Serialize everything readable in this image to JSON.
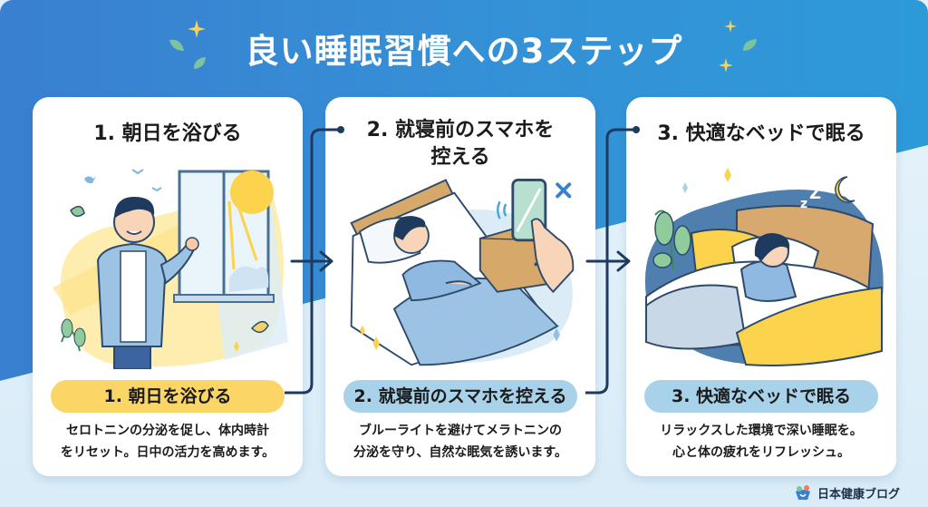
{
  "header": {
    "title": "良い睡眠習慣への3ステップ"
  },
  "steps": [
    {
      "title": "1. 朝日を浴びる",
      "pill_label": "1. 朝日を浴びる",
      "description_line1": "セロトニンの分泌を促し、体内時計",
      "description_line2": "をリセット。日中の活力を高めます。",
      "pill_color": "#fbd666",
      "illustration": "man-at-sunny-window"
    },
    {
      "title_line1": "2. 就寝前のスマホを",
      "title_line2": "控える",
      "pill_label": "2. 就寝前のスマホを控える",
      "description_line1": "ブルーライトを避けてメラトニンの",
      "description_line2": "分泌を守り、自然な眠気を誘います。",
      "pill_color": "#a8d1ea",
      "illustration": "man-in-bed-putting-away-phone"
    },
    {
      "title": "3. 快適なベッドで眠る",
      "pill_label": "3. 快適なベッドで眠る",
      "description_line1": "リラックスした環境で深い睡眠を。",
      "description_line2": "心と体の疲れをリフレッシュ。",
      "pill_color": "#a8d1ea",
      "illustration": "woman-sleeping-in-bed-at-night"
    }
  ],
  "footer": {
    "brand": "日本健康ブログ"
  },
  "colors": {
    "header_blue": "#3a7fd0",
    "connector_navy": "#1e3a5f",
    "accent_yellow": "#fbd666",
    "accent_blue": "#a8d1ea",
    "card_bg": "#ffffff"
  }
}
